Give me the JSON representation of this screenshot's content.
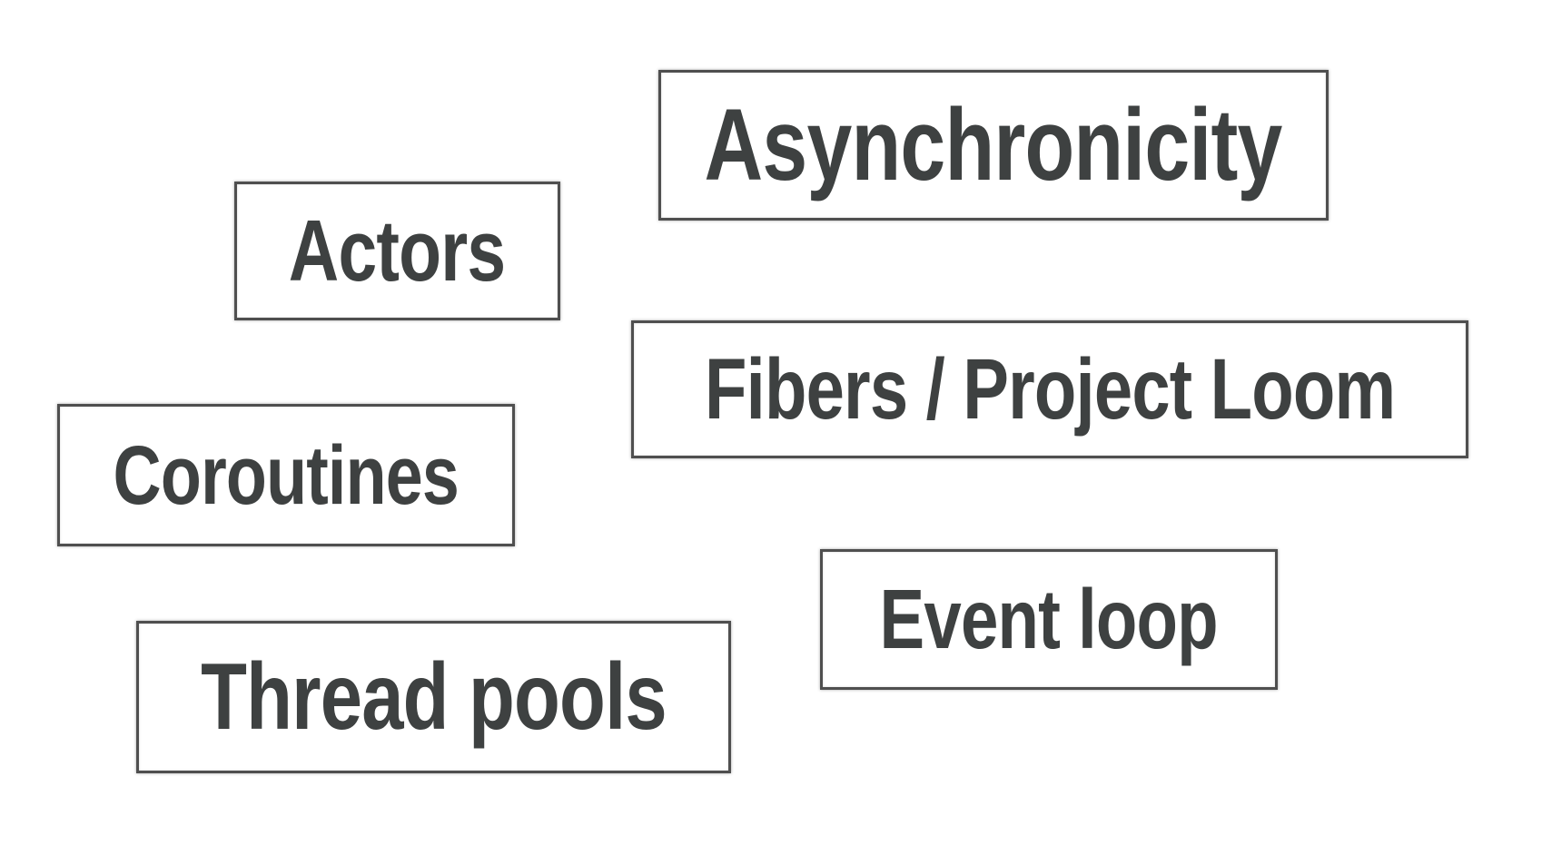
{
  "slide": {
    "background_color": "#ffffff",
    "box_border_color": "#4f4f4f",
    "text_color": "#3e4141",
    "topics": [
      {
        "id": "asynchronicity",
        "label": "Asynchronicity"
      },
      {
        "id": "actors",
        "label": "Actors"
      },
      {
        "id": "fibers",
        "label": "Fibers / Project Loom"
      },
      {
        "id": "coroutines",
        "label": "Coroutines"
      },
      {
        "id": "eventloop",
        "label": "Event loop"
      },
      {
        "id": "threadpools",
        "label": "Thread pools"
      }
    ]
  }
}
